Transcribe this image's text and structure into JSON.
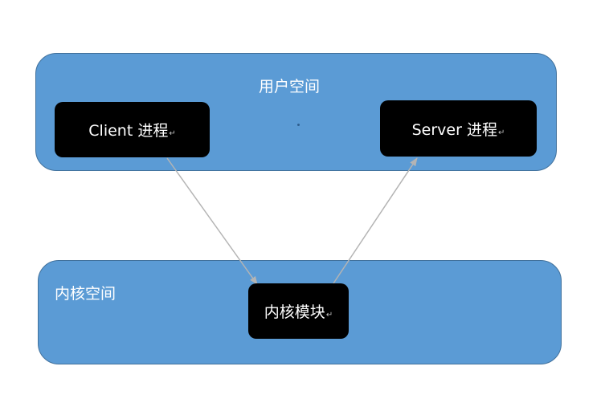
{
  "user_space": {
    "label": "用户空间"
  },
  "kernel_space": {
    "label": "内核空间"
  },
  "processes": {
    "client": "Client 进程",
    "server": "Server 进程",
    "kernel_module": "内核模块"
  },
  "paragraph_mark": "↵",
  "colors": {
    "region_fill": "#5b9bd5",
    "region_border": "#41719c",
    "box_fill": "#000000",
    "arrow": "#b4b4b4"
  }
}
